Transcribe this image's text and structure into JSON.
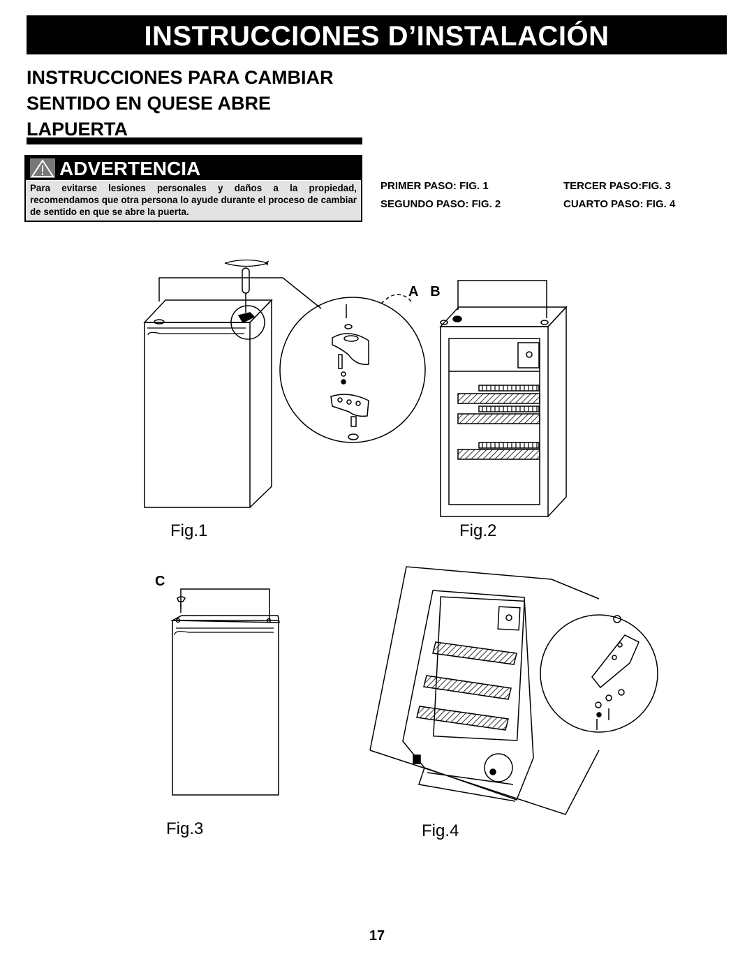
{
  "header": {
    "title": "INSTRUCCIONES D’INSTALACIÓN"
  },
  "section": {
    "title_lines": [
      "INSTRUCCIONES PARA CAMBIAR",
      "SENTIDO EN QUESE ABRE",
      "LAPUERTA"
    ]
  },
  "warning": {
    "heading": "ADVERTENCIA",
    "icon": "warning-triangle-icon",
    "body": "Para evitarse lesiones personales y daños a la propiedad, recomendamos que otra persona lo ayude durante el proceso de cambiar de sentido en que se abre la puerta."
  },
  "steps": {
    "first": "PRIMER PASO: FIG. 1",
    "second": "SEGUNDO PASO: FIG. 2",
    "third": "TERCER PASO:FIG. 3",
    "fourth": "CUARTO PASO: FIG. 4"
  },
  "figures": {
    "fig1_caption": "Fig.1",
    "fig2_caption": "Fig.2",
    "fig3_caption": "Fig.3",
    "fig4_caption": "Fig.4",
    "label_ab": "A B",
    "label_c": "C"
  },
  "page_number": "17"
}
